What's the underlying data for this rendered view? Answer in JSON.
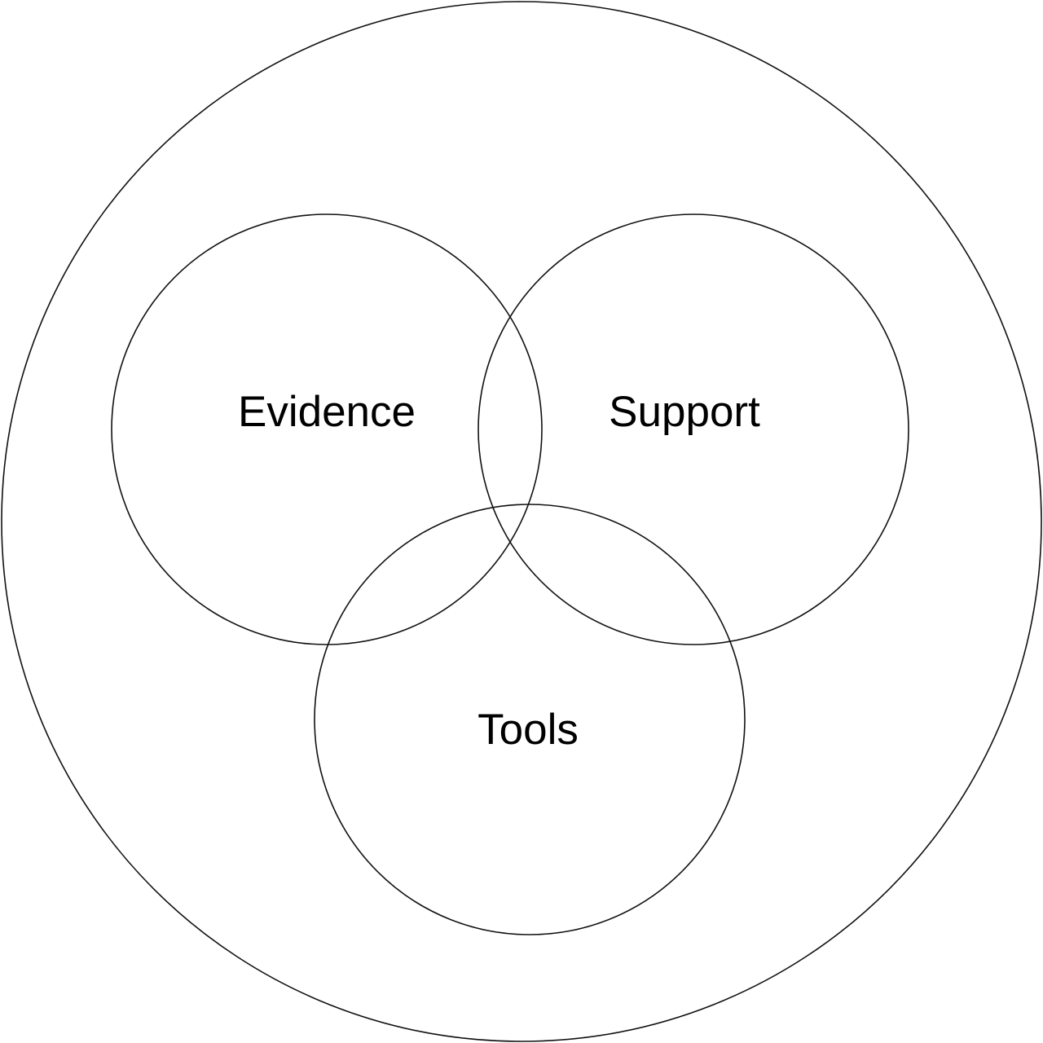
{
  "diagram": {
    "type": "venn",
    "sets": [
      {
        "id": "evidence",
        "label": "Evidence"
      },
      {
        "id": "support",
        "label": "Support"
      },
      {
        "id": "tools",
        "label": "Tools"
      }
    ]
  },
  "colors": {
    "stroke": "#111111",
    "text": "#000000",
    "background": "#ffffff"
  }
}
